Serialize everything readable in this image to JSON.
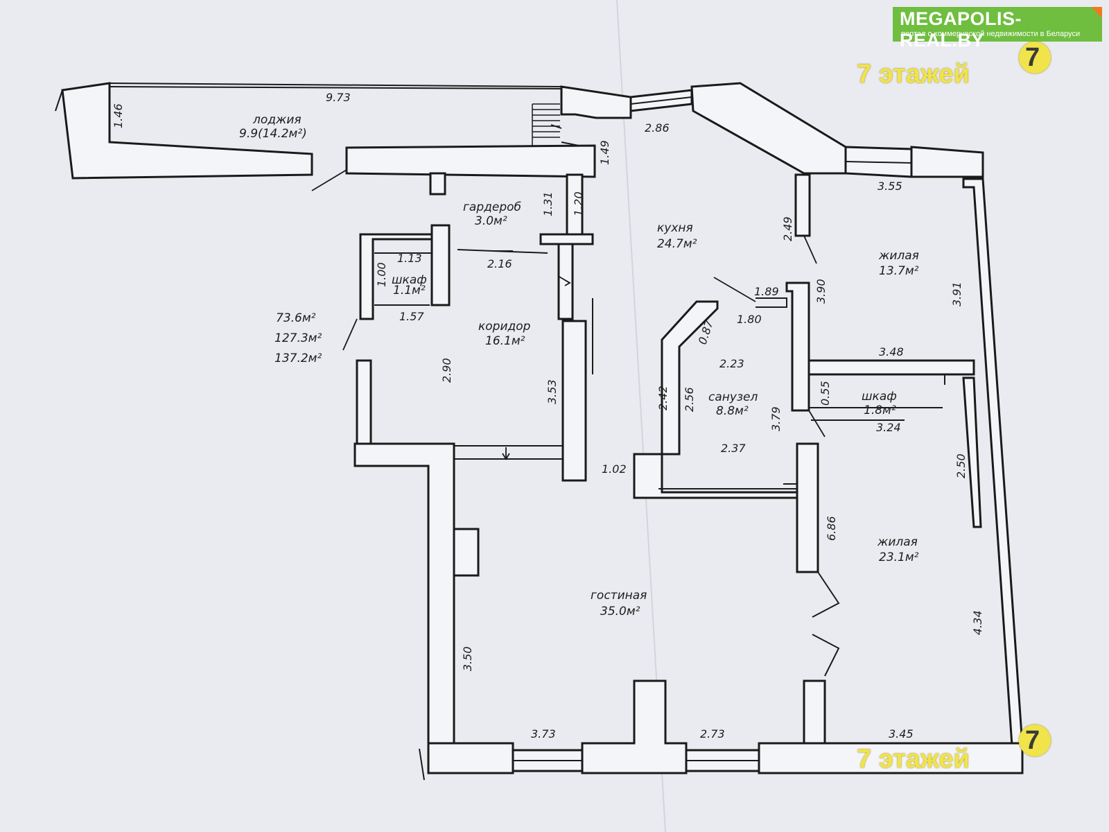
{
  "banner": {
    "site": "MEGAPOLIS-REAL.BY",
    "tagline": "портал о коммерческой недвижимости в Беларуси"
  },
  "watermark": {
    "text": "7 этажей",
    "logo_glyph": "7",
    "color": "#f1e34a"
  },
  "areas": {
    "a1": "73.6м²",
    "a2": "127.3м²",
    "a3": "137.2м²"
  },
  "rooms": {
    "loggia": {
      "name": "лоджия",
      "area": "9.9(14.2м²)"
    },
    "wardrobe": {
      "name": "гардероб",
      "area": "3.0м²"
    },
    "closet_small": {
      "name": "шкаф",
      "area": "1.1м²"
    },
    "corridor": {
      "name": "коридор",
      "area": "16.1м²"
    },
    "kitchen": {
      "name": "кухня",
      "area": "24.7м²"
    },
    "living_small": {
      "name": "жилая",
      "area": "13.7м²"
    },
    "bathroom": {
      "name": "санузел",
      "area": "8.8м²"
    },
    "closet_large": {
      "name": "шкаф",
      "area": "1.8м²"
    },
    "living_large": {
      "name": "жилая",
      "area": "23.1м²"
    },
    "lounge": {
      "name": "гостиная",
      "area": "35.0м²"
    }
  },
  "dims": {
    "d973": "9.73",
    "d146": "1.46",
    "d286": "2.86",
    "d149": "1.49",
    "d131": "1.31",
    "d120": "1.20",
    "d216": "2.16",
    "d113": "1.13",
    "d100": "1.00",
    "d157": "1.57",
    "d290": "2.90",
    "d353": "3.53",
    "d355": "3.55",
    "d249": "2.49",
    "d390": "3.90",
    "d391": "3.91",
    "d189": "1.89",
    "d180": "1.80",
    "d087": "0.87",
    "d223": "2.23",
    "d348": "3.48",
    "d055": "0.55",
    "d242": "2.42",
    "d256": "2.56",
    "d379": "3.79",
    "d324": "3.24",
    "d237": "2.37",
    "d102": "1.02",
    "d250": "2.50",
    "d686": "6.86",
    "d434": "4.34",
    "d350": "3.50",
    "d373": "3.73",
    "d273": "2.73",
    "d345": "3.45"
  }
}
